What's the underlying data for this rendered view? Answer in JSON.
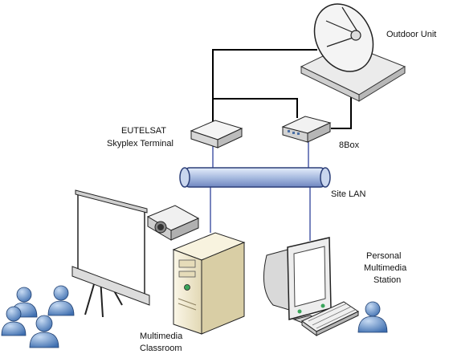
{
  "labels": {
    "outdoor_unit": "Outdoor Unit",
    "terminal_line1": "EUTELSAT",
    "terminal_line2": "Skyplex Terminal",
    "box": "8Box",
    "site_lan": "Site LAN",
    "station_line1": "Personal",
    "station_line2": "Multimedia",
    "station_line3": "Station",
    "classroom_line1": "Multimedia",
    "classroom_line2": "Classroom"
  },
  "colors": {
    "lan_cable": "#4a5aa8",
    "lan_pipe": "#aebfe0",
    "person": "#5b86c2",
    "device_fill": "#e8e8e8",
    "server_fill": "#f1ead2"
  },
  "icons": [
    "satellite-dish-icon",
    "terminal-box-icon",
    "router-box-icon",
    "projector-icon",
    "projection-screen-icon",
    "server-tower-icon",
    "crt-monitor-icon",
    "keyboard-icon",
    "person-icon"
  ]
}
